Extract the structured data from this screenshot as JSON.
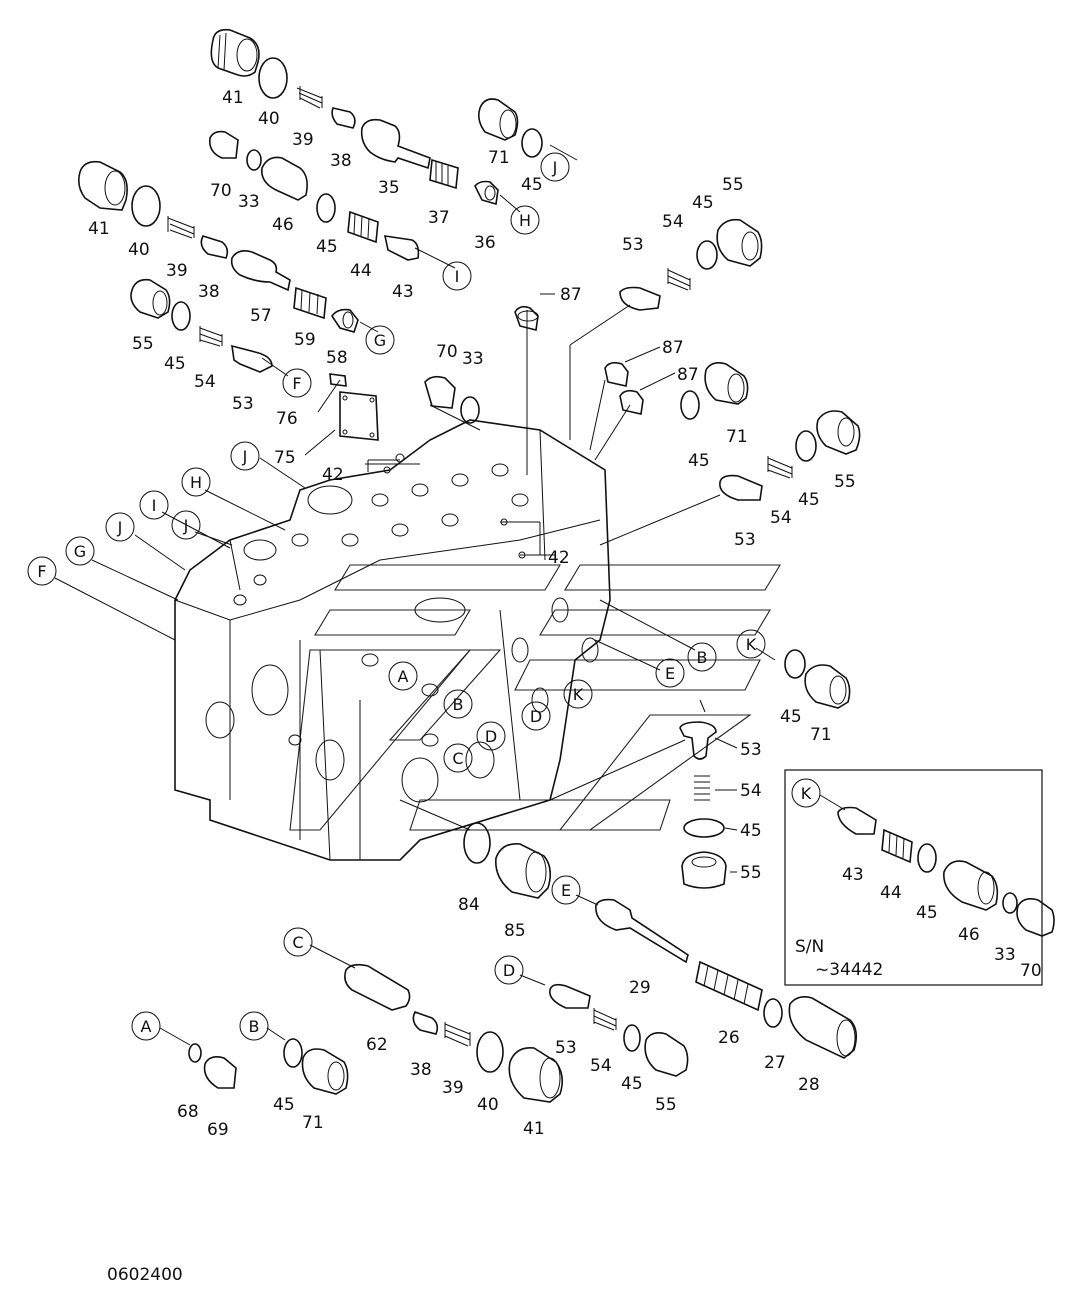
{
  "drawing_number": "0602400",
  "inset": {
    "serial_label": "S/N",
    "serial_range": "~34442"
  },
  "part_labels": {
    "41": "41",
    "40": "40",
    "39": "39",
    "38": "38",
    "35": "35",
    "37": "37",
    "71": "71",
    "45": "45",
    "36": "36",
    "70": "70",
    "33": "33",
    "46": "46",
    "44": "44",
    "43": "43",
    "57": "57",
    "59": "59",
    "58": "58",
    "55": "55",
    "54": "54",
    "53": "53",
    "87": "87",
    "76": "76",
    "75": "75",
    "42": "42",
    "84": "84",
    "85": "85",
    "29": "29",
    "62": "62",
    "26": "26",
    "27": "27",
    "28": "28",
    "68": "68",
    "69": "69"
  },
  "callouts": {
    "A": "A",
    "B": "B",
    "C": "C",
    "D": "D",
    "E": "E",
    "F": "F",
    "G": "G",
    "H": "H",
    "I": "I",
    "J": "J",
    "K": "K"
  }
}
